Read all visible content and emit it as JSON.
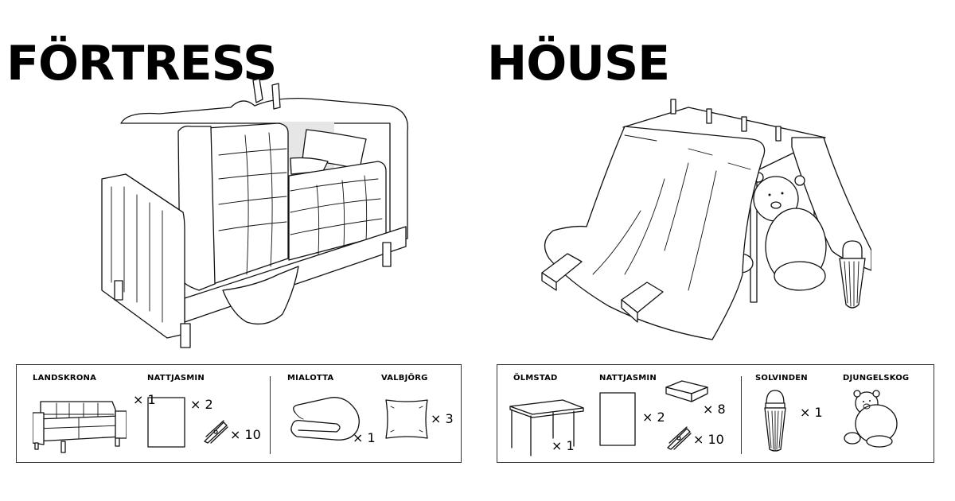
{
  "panels": {
    "left": {
      "title": "FÖRTRESS",
      "illustration": "sofa-blanket-fort-illustration",
      "parts": [
        {
          "name": "LANDSKRONA",
          "icon": "sofa-icon",
          "qty": "× 1"
        },
        {
          "name": "NATTJASMIN",
          "icon": "sheet-icon",
          "qty": "× 2"
        },
        {
          "name": "",
          "icon": "clothespin-icon",
          "qty": "× 10"
        },
        {
          "name": "MIALOTTA",
          "icon": "folded-blanket-icon",
          "qty": "× 1"
        },
        {
          "name": "VALBJÖRG",
          "icon": "cushion-icon",
          "qty": "× 3"
        }
      ]
    },
    "right": {
      "title": "HÖUSE",
      "illustration": "table-tent-fort-illustration",
      "parts": [
        {
          "name": "ÖLMSTAD",
          "icon": "table-icon",
          "qty": "× 1"
        },
        {
          "name": "NATTJASMIN",
          "icon": "sheet-icon",
          "qty": "× 2"
        },
        {
          "name": "",
          "icon": "book-icon",
          "qty": "× 8"
        },
        {
          "name": "",
          "icon": "clothespin-icon",
          "qty": "× 10"
        },
        {
          "name": "SOLVINDEN",
          "icon": "lantern-icon",
          "qty": "× 1"
        },
        {
          "name": "DJUNGELSKOG",
          "icon": "teddy-bear-icon",
          "qty": "× 1"
        }
      ]
    }
  },
  "colors": {
    "background": "#ffffff",
    "ink": "#000000",
    "shadow_fill": "#e6e6e6"
  }
}
